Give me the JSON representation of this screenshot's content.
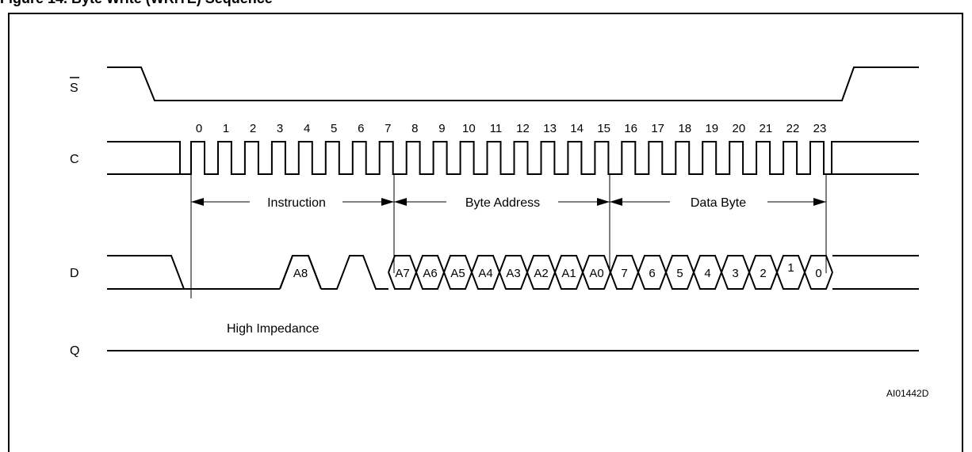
{
  "caption": "Figure 14. Byte Write (WRITE) Sequence",
  "signals": {
    "s": "S",
    "c": "C",
    "d": "D",
    "q": "Q"
  },
  "clock_numbers": [
    "0",
    "1",
    "2",
    "3",
    "4",
    "5",
    "6",
    "7",
    "8",
    "9",
    "10",
    "11",
    "12",
    "13",
    "14",
    "15",
    "16",
    "17",
    "18",
    "19",
    "20",
    "21",
    "22",
    "23"
  ],
  "phases": {
    "instruction": "Instruction",
    "address": "Byte Address",
    "data": "Data Byte"
  },
  "instruction_bit": "A8",
  "address_bits": [
    "A7",
    "A6",
    "A5",
    "A4",
    "A3",
    "A2",
    "A1",
    "A0"
  ],
  "data_bits": [
    "7",
    "6",
    "5",
    "4",
    "3",
    "2",
    "1",
    "0"
  ],
  "q_label": "High Impedance",
  "figure_code": "AI01442D"
}
